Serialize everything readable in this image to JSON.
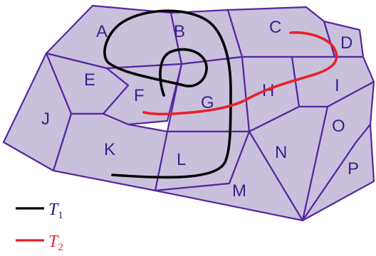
{
  "colors": {
    "region_fill": "#c9c1dc",
    "region_edge": "#5527a0",
    "label": "#3b1f8a",
    "t1": "#000000",
    "t2": "#e8202a"
  },
  "regions": [
    "A",
    "B",
    "C",
    "D",
    "E",
    "F",
    "G",
    "H",
    "I",
    "J",
    "K",
    "L",
    "M",
    "N",
    "O",
    "P"
  ],
  "legend": {
    "t1": {
      "letter": "T",
      "sub": "1"
    },
    "t2": {
      "letter": "T",
      "sub": "2"
    }
  }
}
